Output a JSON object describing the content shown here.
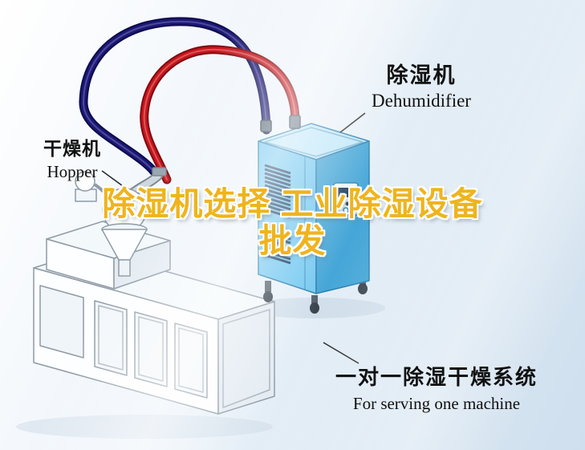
{
  "headline": {
    "line1": "除湿机选择 工业除湿设备",
    "line2": "批发"
  },
  "labels": {
    "dehumidifier": {
      "cn": "除湿机",
      "en": "Dehumidifier"
    },
    "hopper": {
      "cn": "干燥机",
      "en": "Hopper"
    },
    "system": {
      "cn": "一对一除湿干燥系统",
      "en": "For serving one machine"
    }
  },
  "colors": {
    "headline_gold": "#efb41d",
    "headline_outline": "#ffffff",
    "label_text": "#111111",
    "dehumidifier_blue": "#74c8f0",
    "dehumidifier_blue_dark": "#45a6d7",
    "dehumidifier_blue_top": "#bfe7f9",
    "hose_red": "#c8151b",
    "hose_navy": "#1c1878",
    "background_tint": "#d7e5f1"
  },
  "icons": {
    "dehumidifier_machine": "dehumidifier-cabinet-illustration",
    "hopper_machine": "extruder-hopper-illustration",
    "red_hose": "red-air-hose",
    "navy_hose": "navy-air-hose"
  }
}
